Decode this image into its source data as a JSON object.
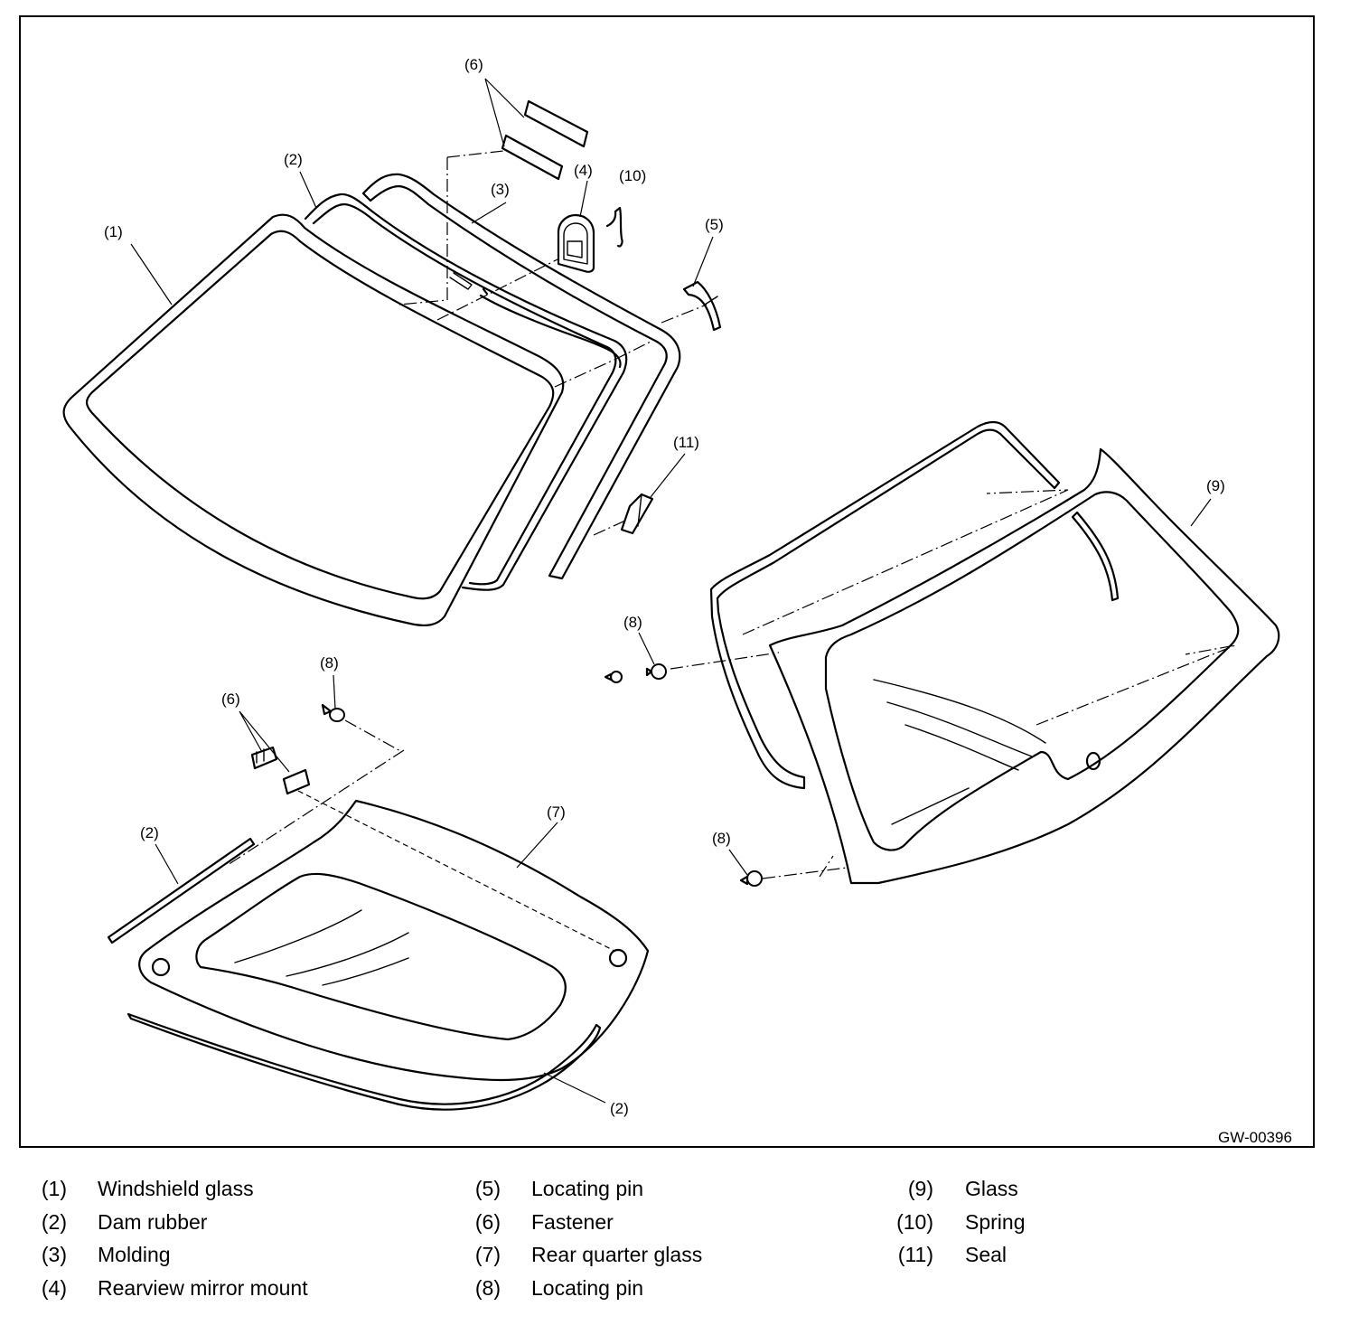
{
  "figure": {
    "id": "GW-00396",
    "callouts": {
      "c1": "(1)",
      "c2a": "(2)",
      "c2b": "(2)",
      "c2c": "(2)",
      "c3": "(3)",
      "c4": "(4)",
      "c5": "(5)",
      "c6a": "(6)",
      "c6b": "(6)",
      "c7": "(7)",
      "c8a": "(8)",
      "c8b": "(8)",
      "c8c": "(8)",
      "c9": "(9)",
      "c10": "(10)",
      "c11": "(11)"
    }
  },
  "legend": [
    {
      "num": "(1)",
      "label": "Windshield glass"
    },
    {
      "num": "(2)",
      "label": "Dam rubber"
    },
    {
      "num": "(3)",
      "label": "Molding"
    },
    {
      "num": "(4)",
      "label": "Rearview mirror mount"
    },
    {
      "num": "(5)",
      "label": "Locating pin"
    },
    {
      "num": "(6)",
      "label": "Fastener"
    },
    {
      "num": "(7)",
      "label": "Rear quarter glass"
    },
    {
      "num": "(8)",
      "label": "Locating pin"
    },
    {
      "num": "(9)",
      "label": "Glass"
    },
    {
      "num": "(10)",
      "label": "Spring"
    },
    {
      "num": "(11)",
      "label": "Seal"
    }
  ]
}
